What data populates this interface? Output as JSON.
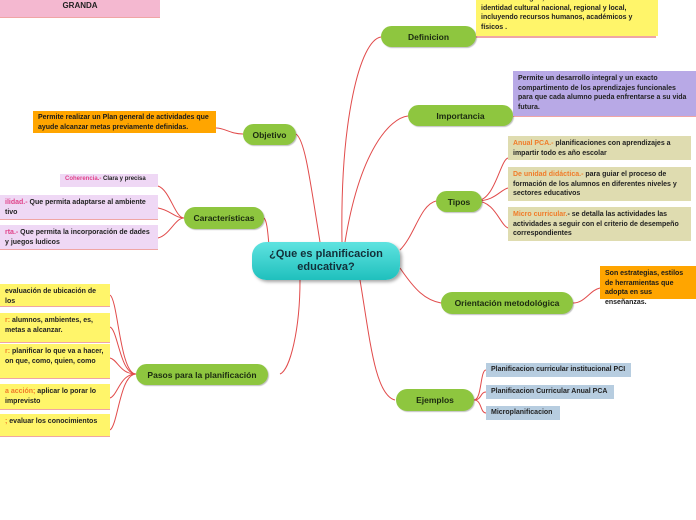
{
  "central": {
    "title": "¿Que es planificacion educativa?"
  },
  "top_note": "GRANDA",
  "branches": {
    "definicion": {
      "label": "Definicion",
      "note": "formación integral, a la construcción de la identidad cultural nacional, regional y local, incluyendo recursos humanos, académicos y físicos ."
    },
    "importancia": {
      "label": "Importancia",
      "note": "Permite un desarrollo integral y un exacto compartimento de los aprendizajes funcionales para que cada alumno pueda enfrentarse a su vida futura."
    },
    "tipos": {
      "label": "Tipos",
      "items": [
        {
          "term": "Anual PCA.-",
          "text": " planificaciones con aprendizajes a impartir todo es año escolar"
        },
        {
          "term": "De unidad didáctica.-",
          "text": "  para guiar el proceso de formación de los alumnos en diferentes niveles y sectores educativos"
        },
        {
          "term": "Micro curricular.",
          "text": "- se detalla las actividades las actividades a seguir con el criterio de desempeño correspondientes"
        }
      ]
    },
    "orientacion": {
      "label": "Orientación metodológica",
      "note": "Son estrategias, estilos de herramientas  que adopta en sus enseñanzas."
    },
    "ejemplos": {
      "label": "Ejemplos",
      "items": [
        "Planificacion curricular institucional PCI",
        "Planificacion  Curricular Anual PCA",
        "Microplanificacion"
      ]
    },
    "objetivo": {
      "label": "Objetivo",
      "note": "Permite realizar un Plan general de actividades que ayude alcanzar metas previamente definidas."
    },
    "caracteristicas": {
      "label": "Características",
      "items": [
        {
          "term": "Coherencia.-",
          "text": " Clara y precisa"
        },
        {
          "term": "ilidad.-",
          "text": " Que permita adaptarse al ambiente tivo"
        },
        {
          "term": "rta.-",
          "text": " Que permita la incorporación de dades y juegos ludicos"
        }
      ]
    },
    "pasos": {
      "label": "Pasos para la planificación",
      "items": [
        {
          "term": "",
          "text": "evaluación de ubicación de los"
        },
        {
          "term": "r:",
          "text": " alumnos, ambientes, es, metas a alcanzar."
        },
        {
          "term": "r:",
          "text": " planificar lo que va a hacer, on que, como, quien, como"
        },
        {
          "term": "a acción;",
          "text": " aplicar lo porar lo imprevisto"
        },
        {
          "term": ";",
          "text": " evaluar los conocimientos"
        }
      ]
    }
  },
  "colors": {
    "branch": "#8ec63f",
    "central": "#22c3c0",
    "link": "#e14b4b",
    "note_yellow": "#fff56a",
    "note_orange": "#ffa500",
    "note_purple": "#b8a9e6",
    "note_sand": "#dfdcb0",
    "note_pink": "#f4b8d0",
    "note_lavender": "#efd8f5",
    "note_blue": "#b7cde0"
  }
}
